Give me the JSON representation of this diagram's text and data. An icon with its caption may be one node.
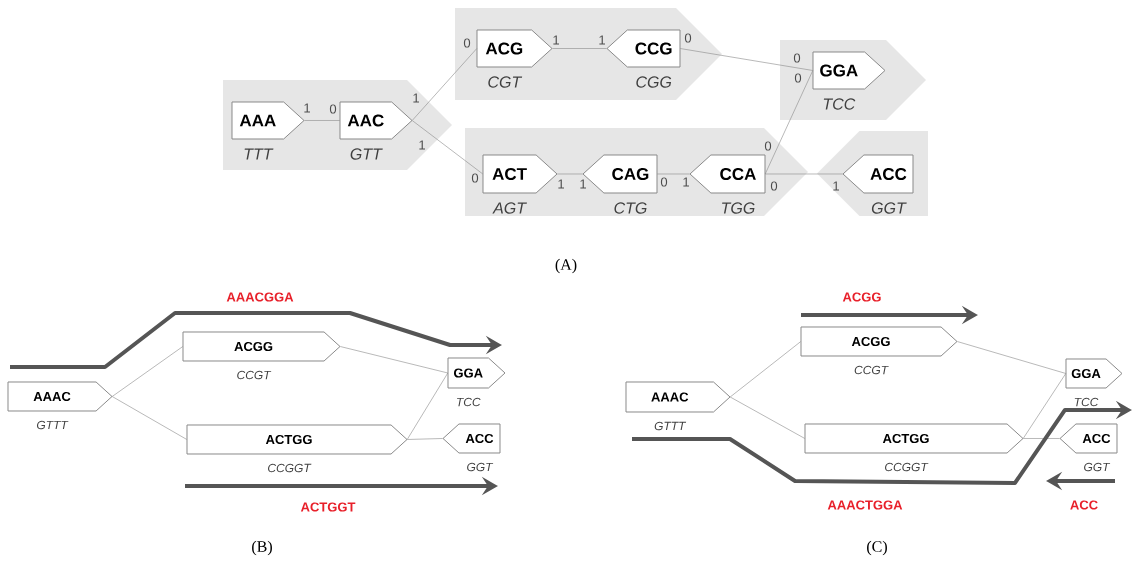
{
  "diagram": {
    "nodes": [
      {
        "text": [],
        "shape": "band"
      },
      {
        "text": [
          "AAA",
          "TTT"
        ],
        "in": 0
      },
      {
        "text": [
          "AAC",
          "GTT"
        ],
        "in": 0
      },
      {
        "text": [],
        "shape": "band"
      },
      {
        "text": [
          "ACG",
          "CGT"
        ],
        "in": 3
      },
      {
        "text": [
          "CCG",
          "CGG"
        ],
        "in": 3
      },
      {
        "text": [],
        "shape": "band"
      },
      {
        "text": [
          "GGA",
          "TCC"
        ],
        "in": 6
      },
      {
        "text": [],
        "shape": "band"
      },
      {
        "text": [
          "ACT",
          "AGT"
        ],
        "in": 8
      },
      {
        "text": [
          "CAG",
          "CTG"
        ],
        "in": 8
      },
      {
        "text": [
          "CCA",
          "TGG"
        ],
        "in": 8
      },
      {
        "text": [],
        "shape": "band"
      },
      {
        "text": [
          "ACC",
          "GGT"
        ],
        "in": 12
      },
      {
        "text": [
          "AAAC",
          "GTTT"
        ]
      },
      {
        "text": [
          "ACGG",
          "CCGT"
        ]
      },
      {
        "text": [
          "ACTGG",
          "CCGGT"
        ]
      },
      {
        "text": [
          "GGA",
          "TCC"
        ]
      },
      {
        "text": [
          "ACC",
          "GGT"
        ]
      },
      {
        "text": [
          "AAAC",
          "GTTT"
        ]
      },
      {
        "text": [
          "ACGG",
          "CCGT"
        ]
      },
      {
        "text": [
          "ACTGG",
          "CCGGT"
        ]
      },
      {
        "text": [
          "GGA",
          "TCC"
        ]
      },
      {
        "text": [
          "ACC",
          "GGT"
        ]
      }
    ],
    "edges": [
      {
        "from": 1,
        "to": 2,
        "arrow": "none"
      },
      {
        "from": 2,
        "to": 4,
        "arrow": "none"
      },
      {
        "from": 2,
        "to": 9,
        "arrow": "none"
      },
      {
        "from": 4,
        "to": 5,
        "arrow": "none"
      },
      {
        "from": 5,
        "to": 7,
        "arrow": "none"
      },
      {
        "from": 9,
        "to": 10,
        "arrow": "none"
      },
      {
        "from": 10,
        "to": 11,
        "arrow": "none"
      },
      {
        "from": 11,
        "to": 7,
        "arrow": "none"
      },
      {
        "from": 11,
        "to": 13,
        "arrow": "none"
      },
      {
        "from": 14,
        "to": 15,
        "arrow": "none"
      },
      {
        "from": 14,
        "to": 16,
        "arrow": "none"
      },
      {
        "from": 15,
        "to": 17,
        "arrow": "none"
      },
      {
        "from": 16,
        "to": 17,
        "arrow": "none"
      },
      {
        "from": 16,
        "to": 18,
        "arrow": "none"
      },
      {
        "from": 19,
        "to": 20,
        "arrow": "none"
      },
      {
        "from": 19,
        "to": 21,
        "arrow": "none"
      },
      {
        "from": 20,
        "to": 22,
        "arrow": "none"
      },
      {
        "from": 21,
        "to": 22,
        "arrow": "none"
      },
      {
        "from": 21,
        "to": 23,
        "arrow": "none"
      }
    ],
    "labels": [
      "0",
      "1",
      "1",
      "0",
      "0",
      "0",
      "1",
      "0",
      "1",
      "1",
      "0",
      "0",
      "1",
      "1",
      "0",
      "1",
      "0",
      "1",
      "(A)",
      "AAACGGA",
      "ACGG",
      "ACTGGT",
      "AAACTGGA",
      "ACC",
      "(B)",
      "(C)"
    ]
  }
}
